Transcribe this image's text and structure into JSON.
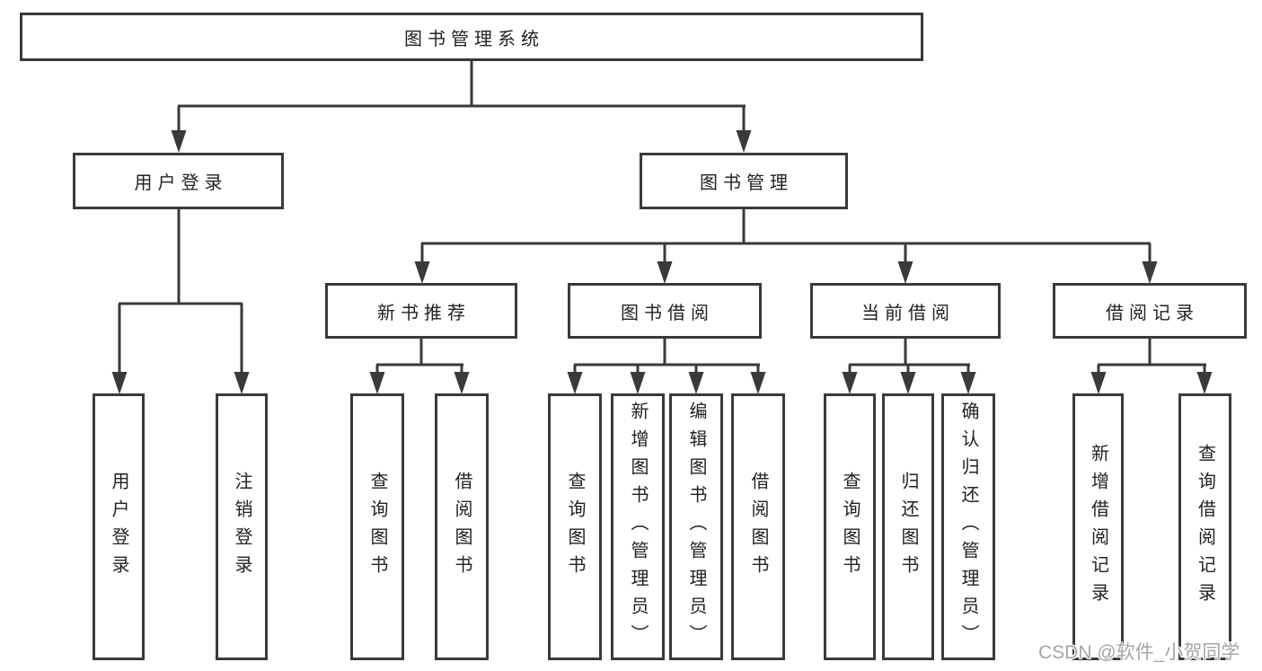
{
  "colors": {
    "line": "#3a3a3a",
    "text": "#222222",
    "background": "#ffffff",
    "watermark_text": "#a6a6a6"
  },
  "tree": {
    "root": {
      "label": "图书管理系统"
    },
    "branches": [
      {
        "label": "用户登录",
        "children": [
          "用户登录",
          "注销登录"
        ]
      },
      {
        "label": "图书管理",
        "sections": [
          {
            "label": "新书推荐",
            "children": [
              "查询图书",
              "借阅图书"
            ]
          },
          {
            "label": "图书借阅",
            "children": [
              "查询图书",
              "新增图书（管理员）",
              "编辑图书（管理员）",
              "借阅图书"
            ]
          },
          {
            "label": "当前借阅",
            "children": [
              "查询图书",
              "归还图书",
              "确认归还（管理员）"
            ]
          },
          {
            "label": "借阅记录",
            "children": [
              "新增借阅记录",
              "查询借阅记录"
            ]
          }
        ]
      }
    ]
  },
  "watermark": "CSDN @软件_小贺同学"
}
